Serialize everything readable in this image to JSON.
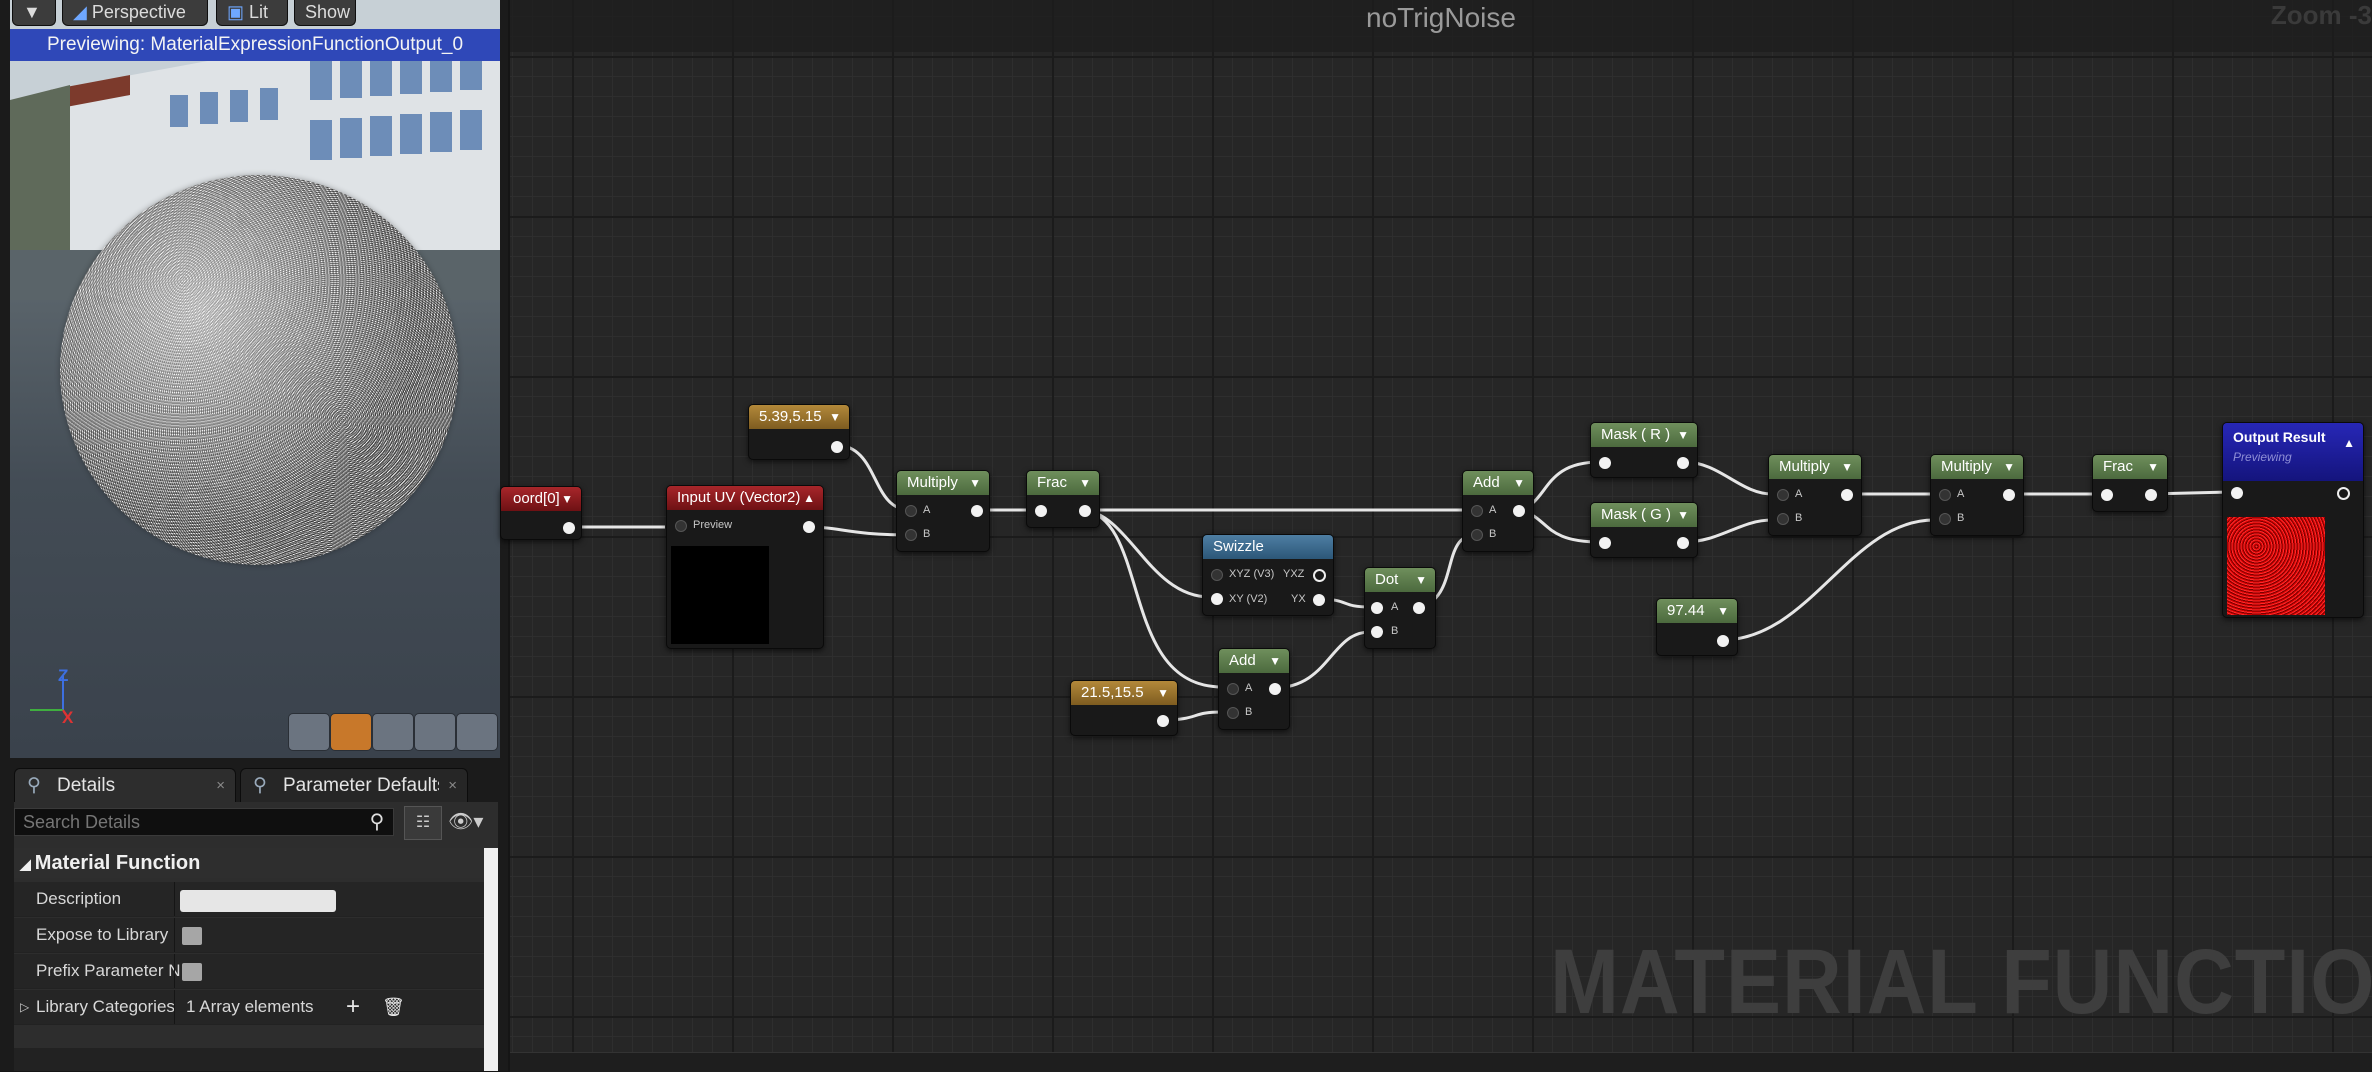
{
  "viewport": {
    "dropdown_icon": "chevron-down-icon",
    "perspective_label": "Perspective",
    "lit_label": "Lit",
    "show_label": "Show",
    "banner": "Previewing: MaterialExpressionFunctionOutput_0",
    "axis_z": "Z",
    "axis_x": "X"
  },
  "tabs": {
    "details": "Details",
    "params": "Parameter Defaults",
    "close": "×"
  },
  "details": {
    "search_placeholder": "Search Details",
    "section": "Material Function",
    "rows": {
      "description": "Description",
      "expose": "Expose to Library",
      "prefix": "Prefix Parameter N",
      "library": "Library Categories",
      "library_value": "1 Array elements",
      "add": "+",
      "delete_icon": "trash-icon"
    }
  },
  "graph": {
    "title": "noTrigNoise",
    "zoom": "Zoom -3",
    "watermark": "MATERIAL FUNCTION",
    "nodes": {
      "texcoord": "oord[0]",
      "input_uv": "Input UV (Vector2)",
      "input_uv_preview": "Preview",
      "const_a": "5.39,5.15",
      "multiply1": "Multiply",
      "frac1": "Frac",
      "swizzle": "Swizzle",
      "swizzle_in1": "XYZ (V3)",
      "swizzle_out1": "YXZ",
      "swizzle_in2": "XY (V2)",
      "swizzle_out2": "YX",
      "const_b": "21.5,15.5",
      "add1": "Add",
      "dot": "Dot",
      "add2": "Add",
      "mask_r": "Mask ( R )",
      "mask_g": "Mask ( G )",
      "const_c": "97.44",
      "multiply2": "Multiply",
      "multiply3": "Multiply",
      "frac2": "Frac",
      "output": "Output Result",
      "output_sub": "Previewing",
      "pin_a": "A",
      "pin_b": "B"
    }
  },
  "colors": {
    "accent_blue": "#2f48b8",
    "node_green": "#5a7a4a",
    "node_gold": "#9a7530",
    "node_red": "#8e1a1d",
    "output_navy": "#1e1e9e"
  }
}
